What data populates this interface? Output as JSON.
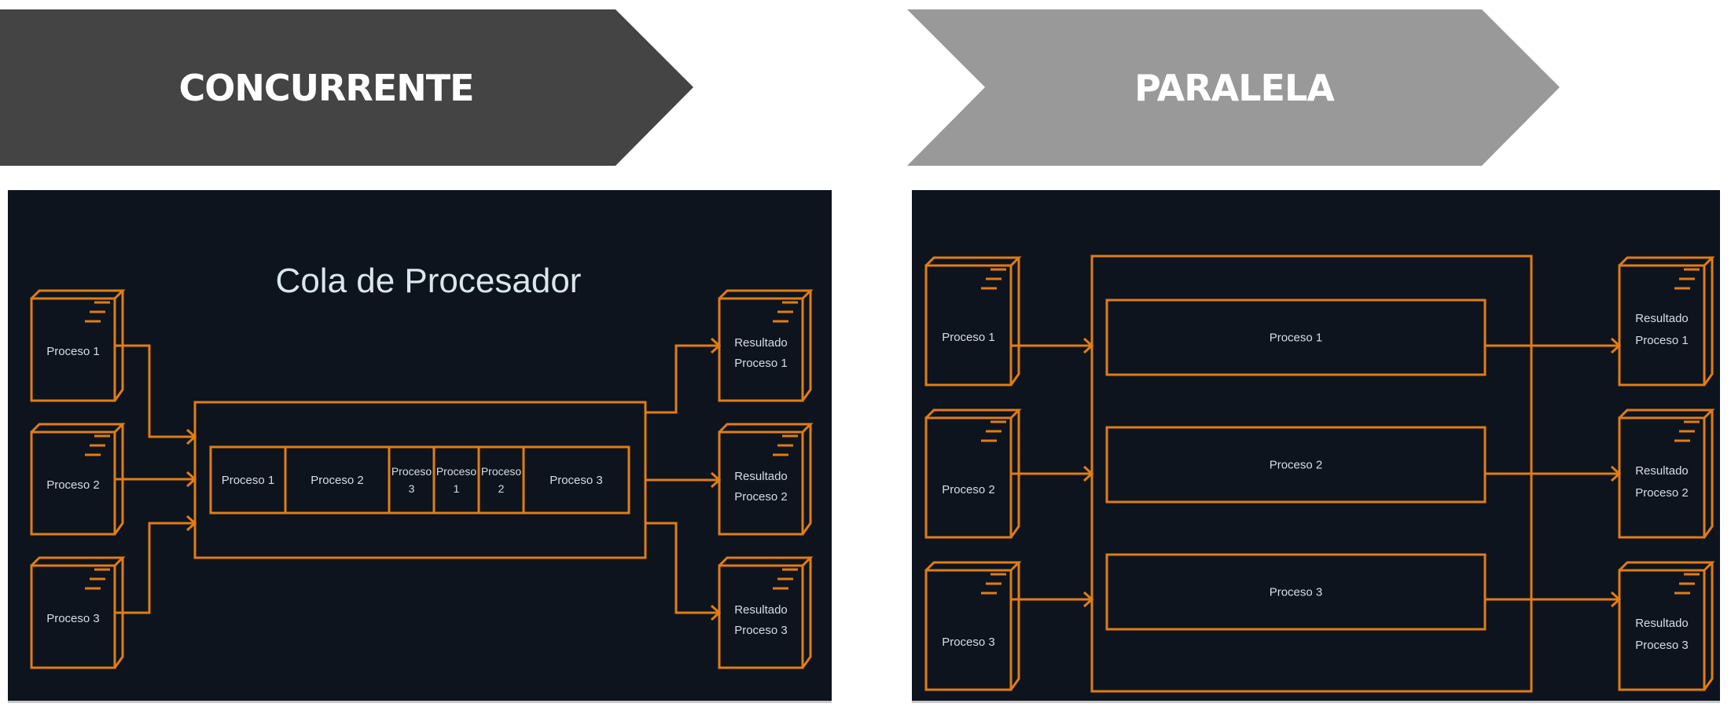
{
  "colors": {
    "banner_concurrent": "#444444",
    "banner_parallel": "#999999",
    "panel_background": "#0d141e",
    "stroke": "#e07d14",
    "text": "#d6dde2"
  },
  "concurrent": {
    "banner_title": "CONCURRENTE",
    "diagram_title": "Cola de Procesador",
    "inputs": [
      {
        "label": "Proceso 1"
      },
      {
        "label": "Proceso 2"
      },
      {
        "label": "Proceso 3"
      }
    ],
    "queue_slots": [
      {
        "lines": [
          "Proceso 1"
        ]
      },
      {
        "lines": [
          "Proceso 2"
        ]
      },
      {
        "lines": [
          "Proceso",
          "3"
        ]
      },
      {
        "lines": [
          "Proceso",
          "1"
        ]
      },
      {
        "lines": [
          "Proceso",
          "2"
        ]
      },
      {
        "lines": [
          "Proceso 3"
        ]
      }
    ],
    "outputs": [
      {
        "lines": [
          "Resultado",
          "Proceso 1"
        ]
      },
      {
        "lines": [
          "Resultado",
          "Proceso 2"
        ]
      },
      {
        "lines": [
          "Resultado",
          "Proceso 3"
        ]
      }
    ]
  },
  "parallel": {
    "banner_title": "PARALELA",
    "inputs": [
      {
        "label": "Proceso 1"
      },
      {
        "label": "Proceso 2"
      },
      {
        "label": "Proceso 3"
      }
    ],
    "lanes": [
      {
        "label": "Proceso 1"
      },
      {
        "label": "Proceso 2"
      },
      {
        "label": "Proceso 3"
      }
    ],
    "outputs": [
      {
        "lines": [
          "Resultado",
          "Proceso 1"
        ]
      },
      {
        "lines": [
          "Resultado",
          "Proceso 2"
        ]
      },
      {
        "lines": [
          "Resultado",
          "Proceso 3"
        ]
      }
    ]
  }
}
